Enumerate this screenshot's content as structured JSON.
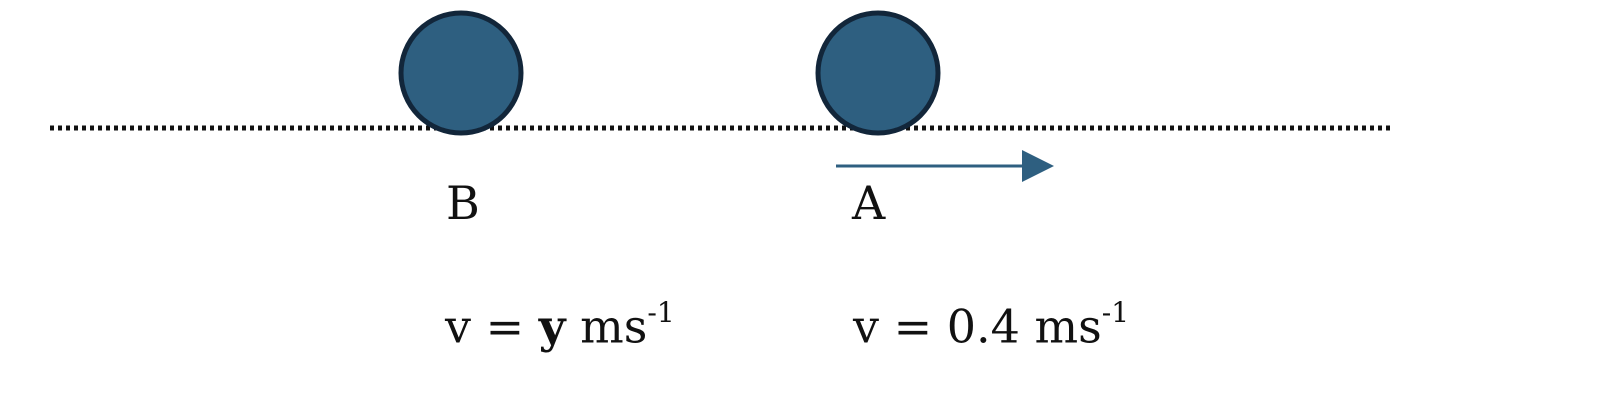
{
  "colors": {
    "ball_fill": "#2e5f80",
    "ball_stroke": "#12263a",
    "arrow": "#2e5f80",
    "track": "#111111"
  },
  "balls": [
    {
      "label": "B"
    },
    {
      "label": "A"
    }
  ],
  "velocities": {
    "B": {
      "prefix": "v = ",
      "value": "y",
      "unit": " ms",
      "exponent": "-1"
    },
    "A": {
      "prefix": "v = ",
      "value": "0.4",
      "unit": " ms",
      "exponent": "-1"
    }
  }
}
